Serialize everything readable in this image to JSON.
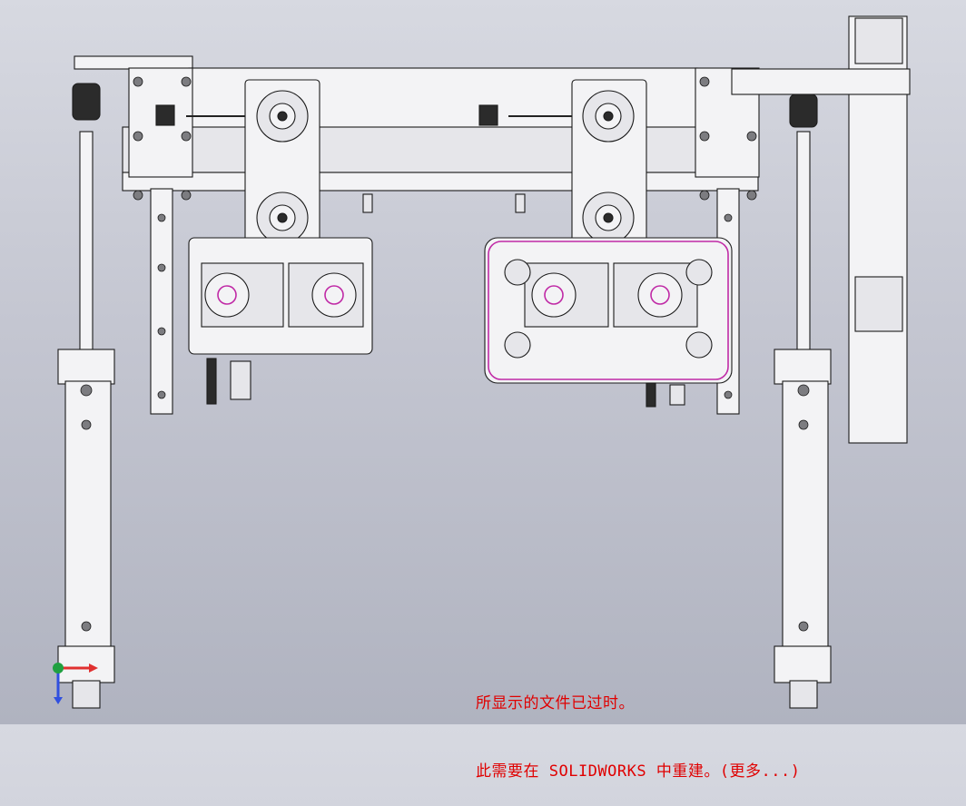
{
  "app": "SOLIDWORKS",
  "viewport": {
    "background_top": "#d7d9e1",
    "background_bottom": "#b0b3c0"
  },
  "rebuild_warning": {
    "line1": "所显示的文件已过时。",
    "line2": "此需要在 SOLIDWORKS 中重建。(更多...)",
    "color": "#e00000"
  },
  "triad": {
    "x_axis_color": "#e03030",
    "y_axis_color": "#20a040",
    "z_axis_color": "#3050e0"
  },
  "icons": [
    "view-triad-icon"
  ]
}
